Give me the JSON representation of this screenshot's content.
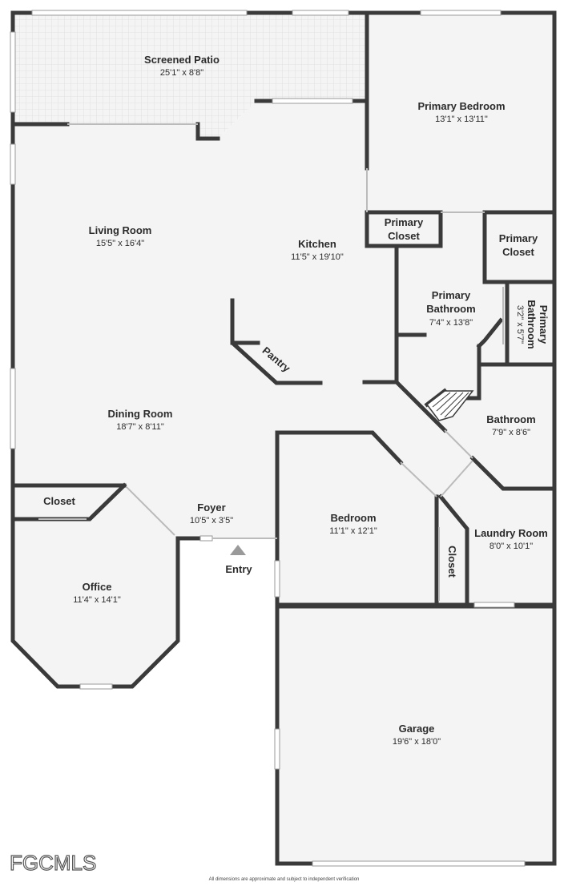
{
  "colors": {
    "floor": "#f4f4f4",
    "wall": "#3a3a3a",
    "patio_grid": "#dcdcdc"
  },
  "rooms": [
    {
      "id": "screened-patio",
      "name": "Screened Patio",
      "dims": "25'1\" x 8'8\""
    },
    {
      "id": "primary-bedroom",
      "name": "Primary Bedroom",
      "dims": "13'1\" x 13'11\""
    },
    {
      "id": "primary-closet-1",
      "name_lines": [
        "Primary",
        "Closet"
      ]
    },
    {
      "id": "primary-closet-2",
      "name_lines": [
        "Primary",
        "Closet"
      ]
    },
    {
      "id": "living-room",
      "name": "Living Room",
      "dims": "15'5\" x 16'4\""
    },
    {
      "id": "kitchen",
      "name": "Kitchen",
      "dims": "11'5\" x 19'10\""
    },
    {
      "id": "primary-bathroom",
      "name_lines": [
        "Primary",
        "Bathroom"
      ],
      "dims": "7'4\" x 13'8\""
    },
    {
      "id": "primary-bathroom-small",
      "name_lines": [
        "Primary",
        "Bathroom"
      ],
      "dims": "3'2\" x 5'7\""
    },
    {
      "id": "pantry",
      "name": "Pantry"
    },
    {
      "id": "dining-room",
      "name": "Dining Room",
      "dims": "18'7\" x 8'11\""
    },
    {
      "id": "bathroom",
      "name": "Bathroom",
      "dims": "7'9\" x 8'6\""
    },
    {
      "id": "closet-office",
      "name": "Closet"
    },
    {
      "id": "foyer",
      "name": "Foyer",
      "dims": "10'5\" x 3'5\""
    },
    {
      "id": "bedroom",
      "name": "Bedroom",
      "dims": "11'1\" x 12'1\""
    },
    {
      "id": "laundry-room",
      "name": "Laundry Room",
      "dims": "8'0\" x 10'1\""
    },
    {
      "id": "entry",
      "name": "Entry"
    },
    {
      "id": "closet-bedroom",
      "name": "Closet"
    },
    {
      "id": "office",
      "name": "Office",
      "dims": "11'4\" x 14'1\""
    },
    {
      "id": "garage",
      "name": "Garage",
      "dims": "19'6\" x 18'0\""
    }
  ],
  "brand": "FGCMLS",
  "disclaimer": "All dimensions are approximate and subject to independent verification"
}
